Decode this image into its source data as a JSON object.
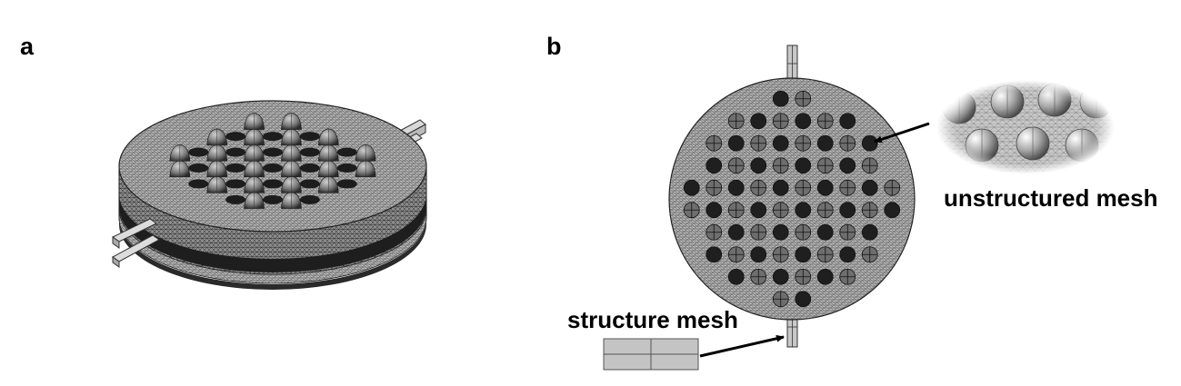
{
  "panels": {
    "a": {
      "label": "a"
    },
    "b": {
      "label": "b",
      "annotations": {
        "unstructured": "unstructured mesh",
        "structure": "structure mesh"
      }
    }
  },
  "colors": {
    "mesh_fill": "#b9b9b9",
    "mesh_line": "#3a3a3a",
    "hole_dark": "#1c1c1c",
    "structured_fill": "#c4c4c4"
  }
}
